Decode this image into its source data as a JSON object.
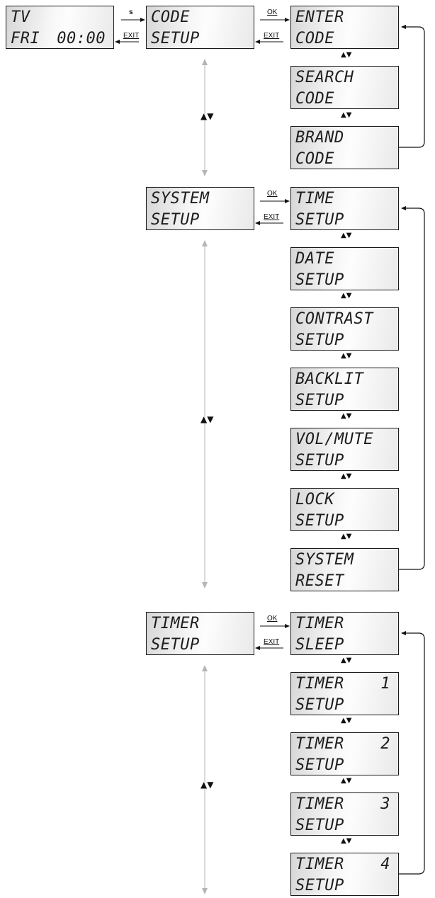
{
  "home_screen": {
    "line1": "TV",
    "line2_left": "FRI",
    "line2_right": "00:00"
  },
  "menus": [
    {
      "id": "code",
      "header": {
        "line1": "CODE",
        "line2": "SETUP"
      },
      "ok_label": "OK",
      "exit_label": "EXIT",
      "items": [
        {
          "line1": "ENTER",
          "line2": "CODE"
        },
        {
          "line1": "SEARCH",
          "line2": "CODE"
        },
        {
          "line1": "BRAND",
          "line2": "CODE"
        }
      ]
    },
    {
      "id": "system",
      "header": {
        "line1": "SYSTEM",
        "line2": "SETUP"
      },
      "ok_label": "OK",
      "exit_label": "EXIT",
      "items": [
        {
          "line1": "TIME",
          "line2": "SETUP"
        },
        {
          "line1": "DATE",
          "line2": "SETUP"
        },
        {
          "line1": "CONTRAST",
          "line2": "SETUP"
        },
        {
          "line1": "BACKLIT",
          "line2": "SETUP"
        },
        {
          "line1": "VOL/MUTE",
          "line2": "SETUP"
        },
        {
          "line1": "LOCK",
          "line2": "SETUP"
        },
        {
          "line1": "SYSTEM",
          "line2": "RESET"
        }
      ]
    },
    {
      "id": "timer",
      "header": {
        "line1": "TIMER",
        "line2": "SETUP"
      },
      "ok_label": "OK",
      "exit_label": "EXIT",
      "items": [
        {
          "line1": "TIMER",
          "line2": "SLEEP"
        },
        {
          "line1": "TIMER",
          "num": "1",
          "line2": "SETUP"
        },
        {
          "line1": "TIMER",
          "num": "2",
          "line2": "SETUP"
        },
        {
          "line1": "TIMER",
          "num": "3",
          "line2": "SETUP"
        },
        {
          "line1": "TIMER",
          "num": "4",
          "line2": "SETUP"
        }
      ]
    }
  ],
  "s_key_label": "s",
  "exit_key_label": "EXIT",
  "nav_icon": "up-down-triangles-icon",
  "colors": {
    "lcd_border": "#1a1a1a",
    "lcd_text": "#1d1d1d",
    "guide_gray": "#b5b5b5",
    "arrow_black": "#111111"
  }
}
